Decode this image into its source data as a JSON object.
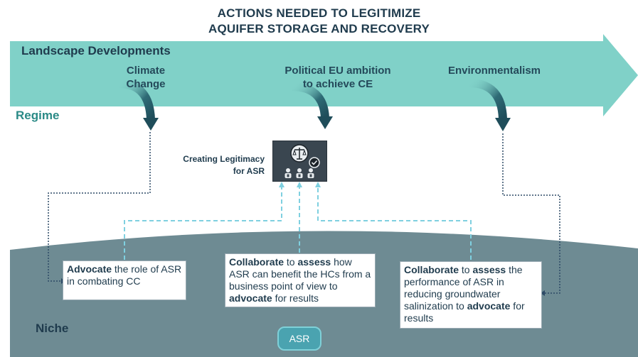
{
  "title": {
    "line1": "ACTIONS NEEDED TO LEGITIMIZE",
    "line2": "AQUIFER STORAGE AND RECOVERY"
  },
  "layers": {
    "landscape": "Landscape Developments",
    "regime": "Regime",
    "niche": "Niche"
  },
  "pressures": [
    {
      "line1": "Climate",
      "line2": "Change"
    },
    {
      "line1": "Political EU ambition",
      "line2": "to achieve CE"
    },
    {
      "line1": "Environmentalism",
      "line2": ""
    }
  ],
  "legitimacy": {
    "line1": "Creating Legitimacy",
    "line2": "for ASR",
    "icon": "scales-of-justice-with-people-icon"
  },
  "actions": [
    {
      "parts": [
        {
          "text": "Advocate",
          "bold": true
        },
        {
          "text": " the role of ASR in combating CC",
          "bold": false
        }
      ]
    },
    {
      "parts": [
        {
          "text": "Collaborate",
          "bold": true
        },
        {
          "text": " to ",
          "bold": false
        },
        {
          "text": "assess",
          "bold": true
        },
        {
          "text": " how ASR can benefit the HCs from a business point of view to ",
          "bold": false
        },
        {
          "text": "advocate",
          "bold": true
        },
        {
          "text": " for results",
          "bold": false
        }
      ]
    },
    {
      "parts": [
        {
          "text": "Collaborate",
          "bold": true
        },
        {
          "text": " to ",
          "bold": false
        },
        {
          "text": "assess",
          "bold": true
        },
        {
          "text": " the performance of ASR in reducing groundwater salinization to ",
          "bold": false
        },
        {
          "text": "advocate",
          "bold": true
        },
        {
          "text": " for results",
          "bold": false
        }
      ]
    }
  ],
  "niche_pill": "ASR",
  "colors": {
    "arrow": "#80d1c8",
    "regime_text": "#2a8a86",
    "niche_fill": "#6e8b93",
    "dark_text": "#1f3b4d",
    "connector_light": "#7fd0e0",
    "connector_dark": "#2d4a66"
  }
}
